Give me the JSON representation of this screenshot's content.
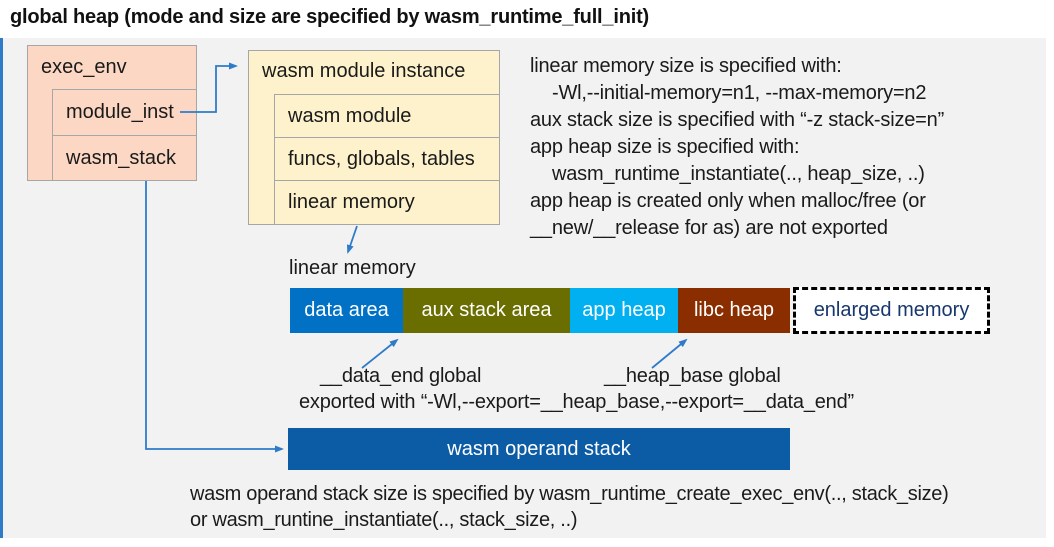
{
  "title": "global heap (mode and size are specified by wasm_runtime_full_init)",
  "exec_env": {
    "title": "exec_env",
    "rows": [
      "module_inst",
      "wasm_stack"
    ]
  },
  "module_instance": {
    "title": "wasm module instance",
    "rows": [
      "wasm module",
      "funcs, globals, tables",
      "linear memory"
    ]
  },
  "notes_right": [
    "linear memory size is specified with:",
    "-Wl,--initial-memory=n1, --max-memory=n2",
    "aux stack size is specified with “-z stack-size=n”",
    "app heap size is specified with:",
    "wasm_runtime_instantiate(.., heap_size, ..)",
    "app heap is created only when malloc/free (or",
    "__new/__release for as) are not exported"
  ],
  "linear_memory": {
    "label": "linear memory",
    "segments": [
      {
        "label": "data area",
        "color": "#0071c5"
      },
      {
        "label": "aux stack area",
        "color": "#6a6d00"
      },
      {
        "label": "app heap",
        "color": "#00b0f0"
      },
      {
        "label": "libc heap",
        "color": "#8a2e00"
      },
      {
        "label": "enlarged memory",
        "color": "#ffffff",
        "text_color": "#17376e",
        "border": "dashed"
      }
    ]
  },
  "annotations": {
    "data_end": "__data_end global",
    "heap_base": "__heap_base global",
    "exported": "exported with “-Wl,--export=__heap_base,--export=__data_end”"
  },
  "operand_stack": {
    "label": "wasm operand stack",
    "color": "#0b5ba5"
  },
  "notes_bottom": [
    "wasm operand stack size is specified by wasm_runtime_create_exec_env(.., stack_size)",
    "or wasm_runtine_instantiate(.., stack_size, ..)"
  ],
  "colors": {
    "panel_bg": "#f2f2f2",
    "panel_edge": "#2e7cc9",
    "box_pink": "#fcd7c4",
    "box_cream": "#fdf2cc",
    "box_border": "#a6a6a6",
    "connector_blue": "#2e7cc9",
    "text": "#1a1a1a"
  }
}
